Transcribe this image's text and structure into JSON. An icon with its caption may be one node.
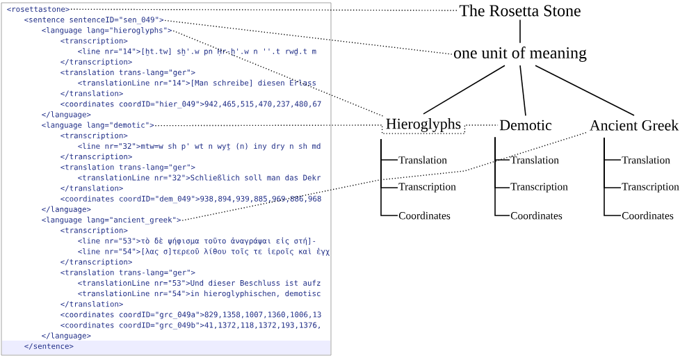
{
  "diagram": {
    "nodes": [
      {
        "text": [
          "<rosettastone>"
        ]
      },
      {
        "text": [
          "<sentence sentenceID=\"sen_049\">"
        ]
      },
      {
        "text": [
          "<language lang=\"hieroglyphs\">"
        ]
      },
      {
        "text": [
          "<language lang=\"demotic\">"
        ]
      },
      {
        "text": [
          "<language lang=\"ancient_greek\">"
        ]
      },
      {
        "text": [
          "The Rosetta Stone"
        ]
      },
      {
        "text": [
          "one unit of meaning"
        ]
      },
      {
        "text": [
          "Hieroglyphs"
        ]
      },
      {
        "text": [
          "Demotic"
        ]
      },
      {
        "text": [
          "Ancient Greek"
        ]
      },
      {
        "text": [
          "Translation"
        ]
      },
      {
        "text": [
          "Transcription"
        ]
      },
      {
        "text": [
          "Coordinates"
        ]
      },
      {
        "text": [
          "Translation"
        ]
      },
      {
        "text": [
          "Transcription"
        ]
      },
      {
        "text": [
          "Coordinates"
        ]
      },
      {
        "text": [
          "Translation"
        ]
      },
      {
        "text": [
          "Transcription"
        ]
      },
      {
        "text": [
          "Coordinates"
        ]
      }
    ],
    "edges": [
      {
        "from": 0,
        "to": 5,
        "arrow": "none",
        "style": "dashed"
      },
      {
        "from": 1,
        "to": 6,
        "arrow": "none",
        "style": "dashed"
      },
      {
        "from": 2,
        "to": 7,
        "arrow": "none",
        "style": "dashed"
      },
      {
        "from": 3,
        "to": 8,
        "arrow": "none",
        "style": "dashed"
      },
      {
        "from": 4,
        "to": 9,
        "arrow": "none",
        "style": "dashed"
      },
      {
        "from": 5,
        "to": 6,
        "arrow": "none"
      },
      {
        "from": 6,
        "to": 7,
        "arrow": "none"
      },
      {
        "from": 6,
        "to": 8,
        "arrow": "none"
      },
      {
        "from": 6,
        "to": 9,
        "arrow": "none"
      },
      {
        "from": 7,
        "to": 10,
        "arrow": "none"
      },
      {
        "from": 7,
        "to": 11,
        "arrow": "none"
      },
      {
        "from": 7,
        "to": 12,
        "arrow": "none"
      },
      {
        "from": 8,
        "to": 13,
        "arrow": "none"
      },
      {
        "from": 8,
        "to": 14,
        "arrow": "none"
      },
      {
        "from": 8,
        "to": 15,
        "arrow": "none"
      },
      {
        "from": 9,
        "to": 16,
        "arrow": "none"
      },
      {
        "from": 9,
        "to": 17,
        "arrow": "none"
      },
      {
        "from": 9,
        "to": 18,
        "arrow": "none"
      }
    ],
    "labels": [
      "<transcription>",
      "<line nr=\"14\">[ḫt.tw] sḫ'.w pn Ḥr-ḫ'.w n ''.t rwḏ.t m",
      "</transcription>",
      "<translation trans-lang=\"ger\">",
      "<translationLine nr=\"14\">[Man schreibe] diesen Erlass",
      "</translation>",
      "<coordinates coordID=\"hier_049\">942,465,515,470,237,480,67",
      "</language>",
      "<transcription>",
      "<line nr=\"32\">mtw=w sh p' wt n wyṯ (n) iny dry n sh md",
      "</transcription>",
      "<translation trans-lang=\"ger\">",
      "<translationLine nr=\"32\">Schließlich soll man das Dekr",
      "</translation>",
      "<coordinates coordID=\"dem_049\">938,894,939,885,969,886,968",
      "</language>",
      "<transcription>",
      "<line nr=\"53\">τὸ δὲ ψήφισμα τοῦτο ἀναγράψαι εἰς στή]-",
      "<line nr=\"54\">[λας σ]τερεοῦ λίθου τοῖς τε ἱεροῖς καὶ ἐγχ",
      "</transcription>",
      "<translation trans-lang=\"ger\">",
      "<translationLine nr=\"53\">Und dieser Beschluss ist aufz",
      "<translationLine nr=\"54\">in hieroglyphischen, demotisc",
      "</translation>",
      "<coordinates coordID=\"grc_049a\">829,1358,1007,1360,1006,13",
      "<coordinates coordID=\"grc_049b\">41,1372,118,1372,193,1376,",
      "</language>",
      "</sentence>"
    ]
  }
}
